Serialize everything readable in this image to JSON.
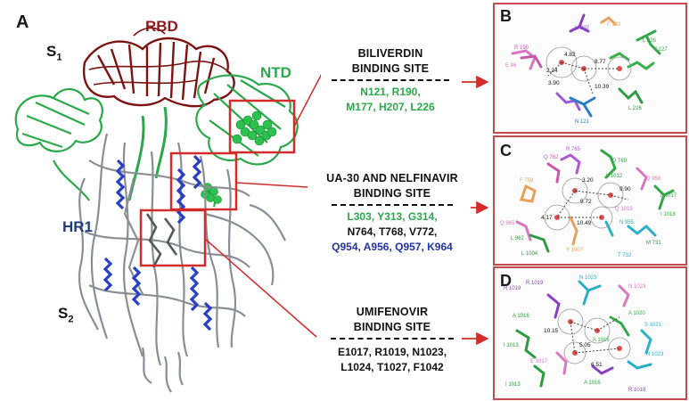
{
  "figure": {
    "panel_main": "A",
    "panel_b": "B",
    "panel_c": "C",
    "panel_d": "D"
  },
  "labels": {
    "s1_base": "S",
    "s1_sub": "1",
    "s2_base": "S",
    "s2_sub": "2",
    "rbd": "RBD",
    "ntd": "NTD",
    "hr1": "HR1"
  },
  "sites": {
    "biliverdin": {
      "title_line1": "BILIVERDIN",
      "title_line2": "BINDING SITE",
      "res_line1": "N121, R190,",
      "res_line2": "M177, H207, L226"
    },
    "ua30": {
      "title_line1": "UA-30 AND NELFINAVIR",
      "title_line2": "BINDING SITE",
      "res_line1": "L303, Y313, G314,",
      "res_line2": "N764, T768, V772,",
      "res_line3": "Q954, A956, Q957, K964"
    },
    "umifenovir": {
      "title_line1": "UMIFENOVIR",
      "title_line2": "BINDING SITE",
      "res_line1": "E1017, R1019, N1023,",
      "res_line2": "L1024, T1027, F1042"
    }
  },
  "panel_b_labels": {
    "r1": "H 207",
    "r2": "R 190",
    "r3": "E 96",
    "r4": "L 226",
    "r5": "V 227",
    "r6": "N 121",
    "r7": "F 192",
    "r8": "L 226",
    "d1": "4.82",
    "d2": "8.77",
    "d3": "2.24",
    "d4": "3.90",
    "d5": "10.39"
  },
  "panel_c_labels": {
    "r1": "R 765",
    "r2": "Q 762",
    "r3": "D 769",
    "r4": "L 1012",
    "r5": "F 759",
    "r6": "Q 958",
    "r7": "L 1017",
    "r8": "I 1018",
    "r9": "Q 965",
    "r10": "L 962",
    "r11": "Q 1019",
    "r12": "N 955",
    "r13": "M 731",
    "r14": "L 1004",
    "r15": "Y 1007",
    "r16": "T 732",
    "d1": "3.20",
    "d2": "9.72",
    "d3": "9.90",
    "d4": "4.17",
    "d5": "10.49"
  },
  "panel_d_labels": {
    "r1": "N 1023",
    "r2": "R 1019",
    "r3": "N 1023",
    "r4": "A 1016",
    "r5": "A 1020",
    "r6": "I 1013",
    "r7": "A 1016",
    "r8": "S 1021",
    "r9": "E 1017",
    "r10": "N 1023",
    "r11": "I 1013",
    "r12": "A 1016",
    "r13": "R 1019",
    "r14": "R 1019",
    "d1": "10.15",
    "d2": "5.05",
    "d3": "6.51"
  },
  "colors": {
    "rbd": "#8b1a1a",
    "ntd": "#2aa84a",
    "hr1": "#1f3d7a",
    "arrow": "#d42b2b",
    "box": "#d42b2b"
  }
}
